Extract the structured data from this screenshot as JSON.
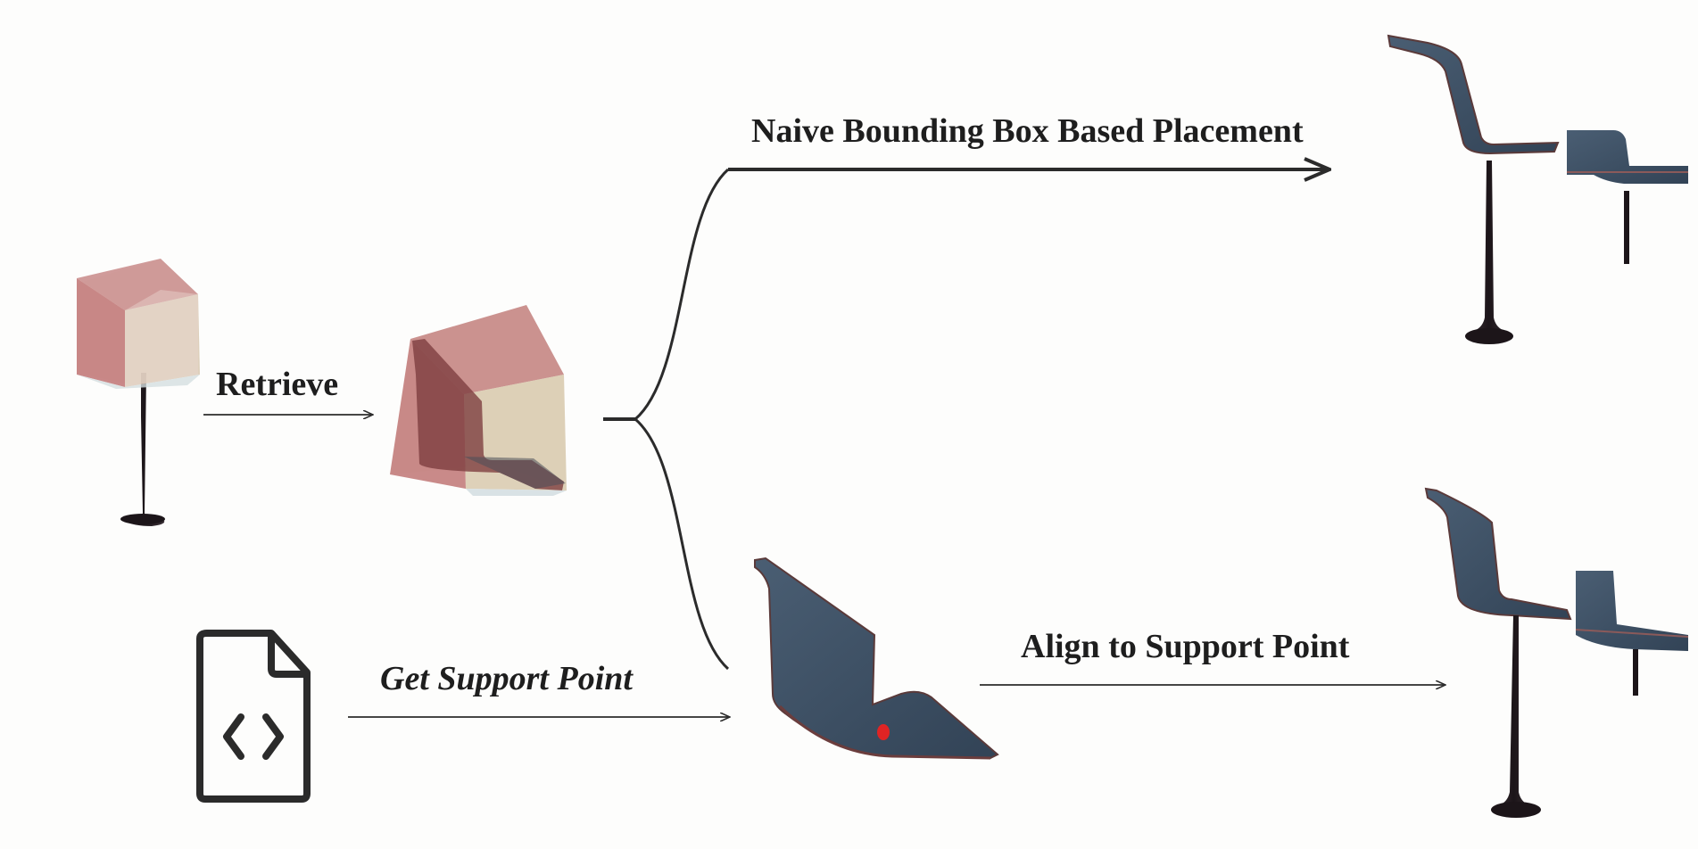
{
  "labels": {
    "naive": "Naive Bounding Box Based Placement",
    "retrieve": "Retrieve",
    "get_support": "Get Support Point",
    "align": "Align to Support Point"
  },
  "icons": {
    "code_file": "code-file-icon"
  },
  "colors": {
    "bbox_red": "#b96a6a",
    "bbox_beige": "#d6cbb0",
    "chair": "#3e5165",
    "lamp": "#2a2228",
    "support_point": "#e02424",
    "line": "#2b2b2b"
  }
}
